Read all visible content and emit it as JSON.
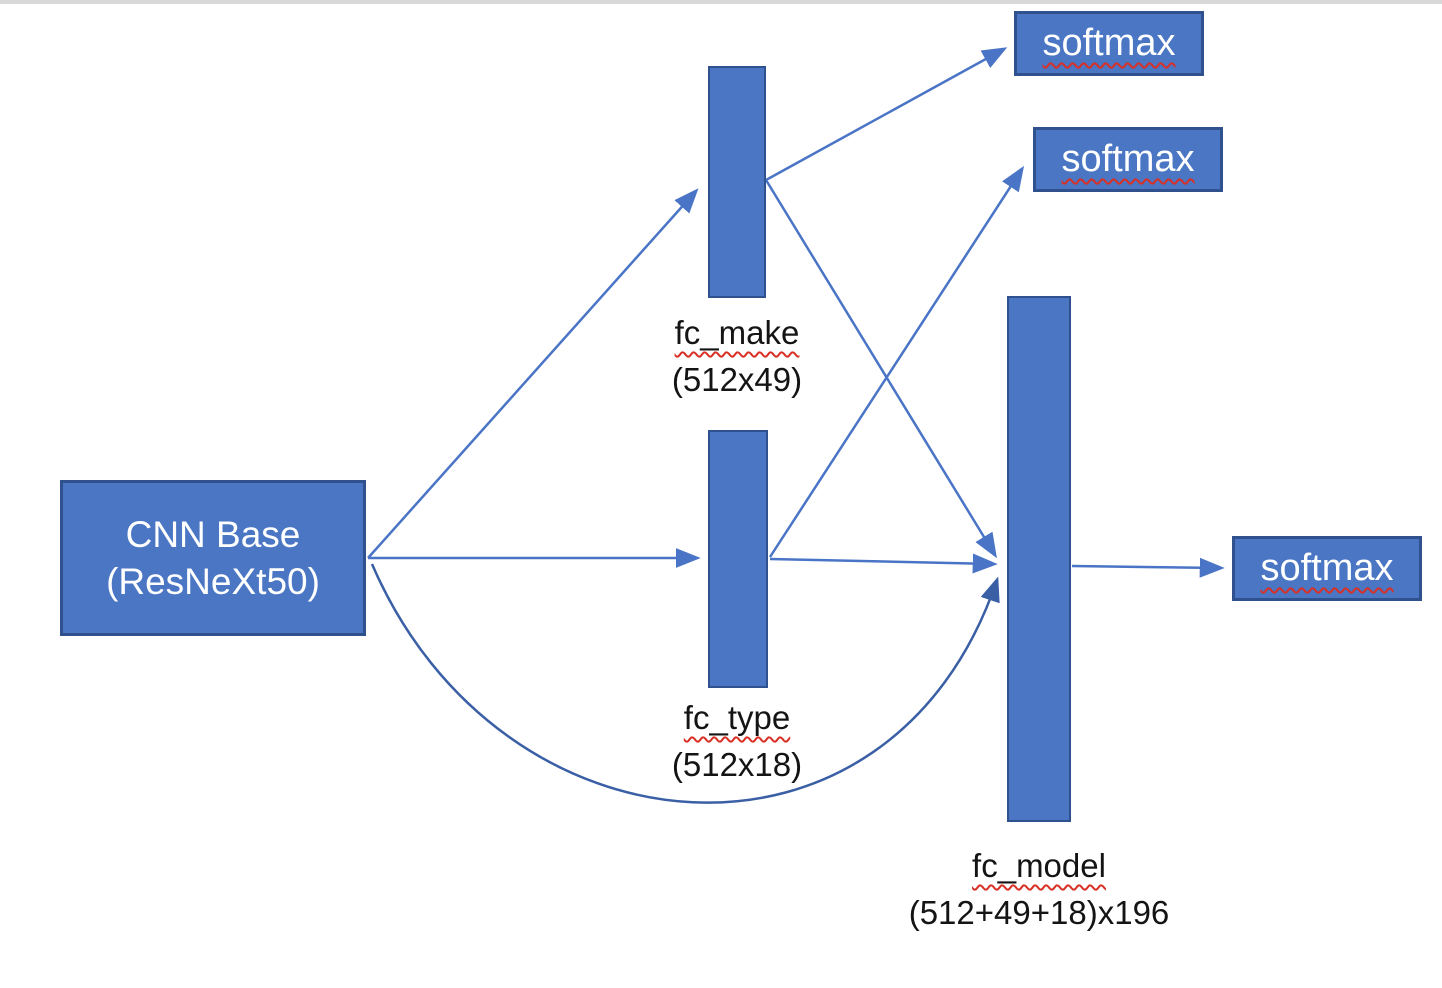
{
  "page": {
    "background": "#ffffff",
    "top_strip_color": "#d8d8d8"
  },
  "colors": {
    "node_fill": "#4a76c4",
    "node_border": "#2f528f",
    "arrow": "#4a74c6",
    "curve": "#3a5fa5",
    "squiggle": "#d93025",
    "text": "#141414",
    "strip": "#d8d8d8",
    "bg": "#ffffff"
  },
  "nodes": {
    "cnn_base": {
      "line1": "CNN Base",
      "line2": "(ResNeXt50)"
    },
    "fc_make": {
      "name": "fc_make",
      "dims": "(512x49)"
    },
    "fc_type": {
      "name": "fc_type",
      "dims": "(512x18)"
    },
    "fc_model": {
      "name": "fc_model",
      "dims": "(512+49+18)x196"
    },
    "softmax_make": {
      "label": "softmax"
    },
    "softmax_type": {
      "label": "softmax"
    },
    "softmax_model": {
      "label": "softmax"
    }
  },
  "edges": [
    {
      "from": "cnn_base",
      "to": "fc_make"
    },
    {
      "from": "cnn_base",
      "to": "fc_type"
    },
    {
      "from": "cnn_base",
      "to": "fc_model"
    },
    {
      "from": "fc_make",
      "to": "softmax_make"
    },
    {
      "from": "fc_make",
      "to": "fc_model"
    },
    {
      "from": "fc_type",
      "to": "softmax_type"
    },
    {
      "from": "fc_type",
      "to": "fc_model"
    },
    {
      "from": "fc_model",
      "to": "softmax_model"
    }
  ]
}
